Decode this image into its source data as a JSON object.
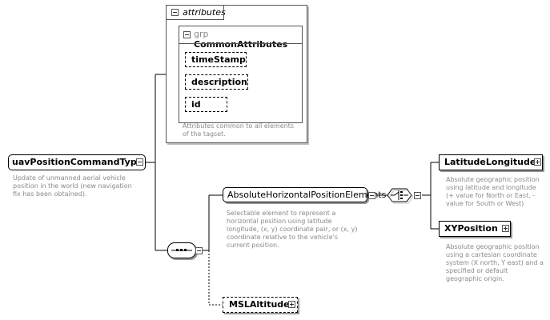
{
  "root": {
    "label": "uavPositionCommandType",
    "doc": "Update of unmanned aerial vehicle position in the world (new navigation fix has been obtained)."
  },
  "attributes": {
    "title": "attributes",
    "group": {
      "prefix": "grp",
      "name": "CommonAttributes"
    },
    "items": [
      "timeStamp",
      "description",
      "id"
    ],
    "doc": "Attributes common to all elements of the tagset."
  },
  "absolute": {
    "label": "AbsoluteHorizontalPositionElements",
    "doc": "Selectable element to represent a horizontal position using latitude longitude, (x, y) coordinate pair, or (x, y) coordinate relative to the vehicle's current position."
  },
  "latlon": {
    "label": "LatitudeLongitude",
    "doc": "Absolute geographic position using latitude and longitude (+ value for North or East, - value for South or West)"
  },
  "xy": {
    "label": "XYPosition",
    "doc": "Absolute geographic position using a cartesian coordinate system (X north, Y east) and a specified or default geographic origin."
  },
  "msl": {
    "label": "MSLAltitude"
  }
}
